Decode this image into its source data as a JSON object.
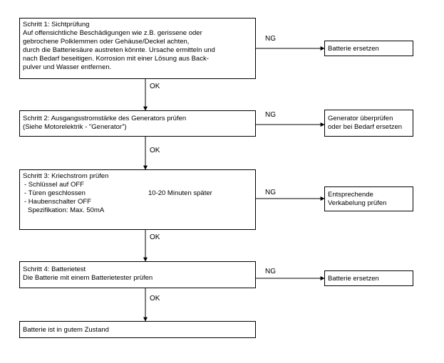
{
  "step1": {
    "lines": [
      "Schritt 1: Sichtprüfung",
      "Auf offensichtliche Beschädigungen wie z.B. gerissene oder",
      "gebrochene Polklemmen oder Gehäuse/Deckel achten,",
      "durch die Batteriesäure austreten könnte. Ursache ermitteln und",
      "nach Bedarf beseitigen. Korrosion mit einer Lösung aus Back-",
      "pulver und Wasser entfernen."
    ],
    "ng_label": "NG",
    "ng_result": "Batterie ersetzen"
  },
  "ok1": "OK",
  "step2": {
    "lines": [
      "Schritt 2: Ausgangsstromstärke des Generators prüfen",
      "(Siehe Motorelektrik - \"Generator\")"
    ],
    "ng_label": "NG",
    "ng_result": [
      "Generator überprüfen",
      "oder bei Bedarf ersetzen"
    ]
  },
  "ok2": "OK",
  "step3": {
    "title": "Schritt 3: Kriechstrom prüfen",
    "items": [
      " - Schlüssel auf OFF",
      " - Türen geschlossen",
      " - Haubenschalter OFF"
    ],
    "spec": "Spezifikation: Max. 50mA",
    "later": "10-20 Minuten später",
    "ng_label": "NG",
    "ng_result": [
      "Entsprechende",
      "Verkabelung prüfen"
    ]
  },
  "ok3": "OK",
  "step4": {
    "lines": [
      "Schritt 4: Batterietest",
      "Die Batterie mit einem Batterietester prüfen"
    ],
    "ng_label": "NG",
    "ng_result": "Batterie ersetzen"
  },
  "ok4": "OK",
  "final": "Batterie ist in gutem Zustand"
}
